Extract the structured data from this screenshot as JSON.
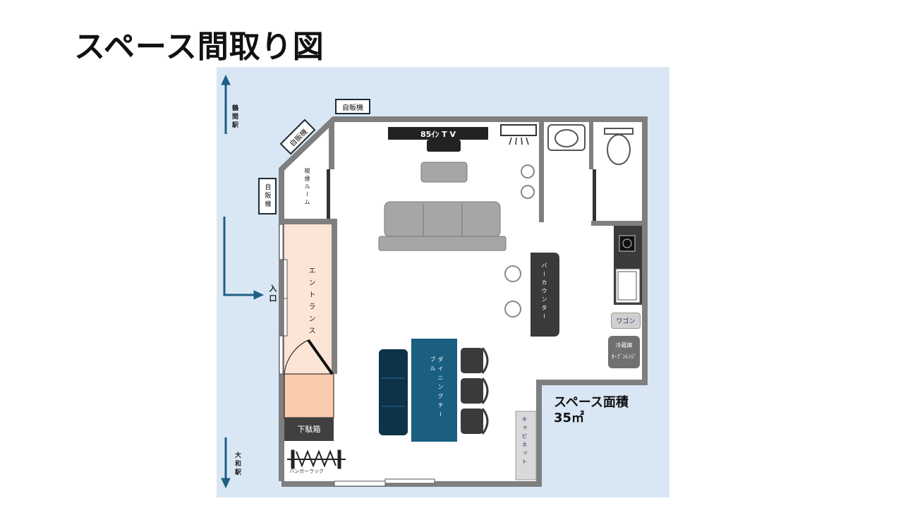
{
  "title": "スペース間取り図",
  "directions": {
    "north_station": "鶴間駅",
    "south_station": "大和駅",
    "entrance": "入口"
  },
  "rooms": {
    "smoking_room": "喫煙ルーム",
    "entrance": "エントランス"
  },
  "furniture": {
    "vending_top": "自販機",
    "vending_diagonal": "自販機",
    "vending_left": "自販機",
    "tv": "85ｲﾝ T V",
    "bar_counter": "バーカウンター",
    "wagon": "ワゴン",
    "fridge_line1": "冷蔵庫",
    "fridge_line2": "ｵｰﾌﾞﾝﾚﾝｼﾞ",
    "dining_table": "ダイニングテーブル",
    "shoe_box": "下駄箱",
    "hanger_rack": "ハンガーラック",
    "cabinet": "キャビネット"
  },
  "area": {
    "label": "スペース面積",
    "value": "35㎡"
  },
  "colors": {
    "background": "#d9e7f5",
    "wall": "#7f7f7f",
    "entrance": "#fce4d6",
    "shoe_area": "#f8cbad",
    "dining_table": "#1a5e80",
    "bench": "#0d3349"
  }
}
